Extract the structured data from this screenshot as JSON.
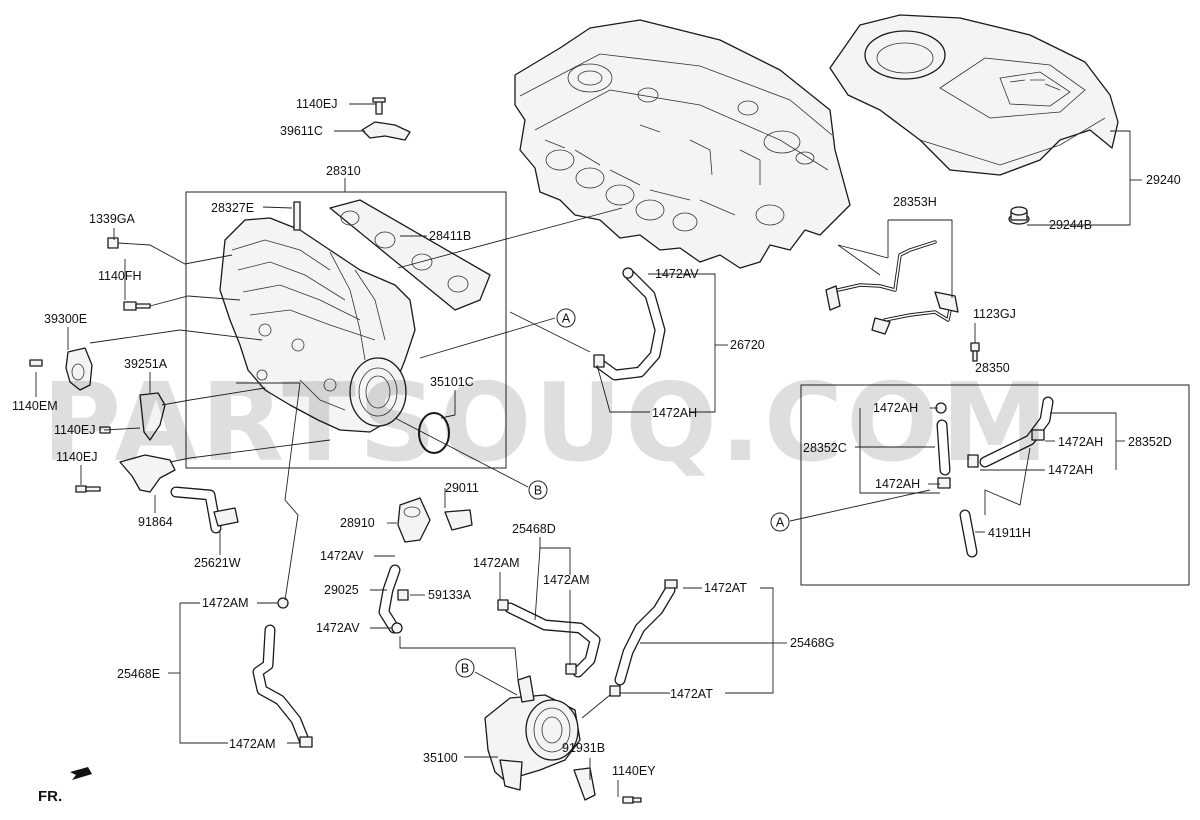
{
  "parts": {
    "p1140EJ_top": "1140EJ",
    "p39611C": "39611C",
    "p28310": "28310",
    "p28327E": "28327E",
    "p28411B": "28411B",
    "p1339GA": "1339GA",
    "p1140FH": "1140FH",
    "p39300E": "39300E",
    "p1140EM": "1140EM",
    "p39251A": "39251A",
    "p1140EJ_mid": "1140EJ",
    "p1140EJ_low": "1140EJ",
    "p91864": "91864",
    "p25621W": "25621W",
    "p35101C": "35101C",
    "p29011": "29011",
    "p28910": "28910",
    "p1472AV_a": "1472AV",
    "p29025": "29025",
    "p59133A": "59133A",
    "p1472AV_b": "1472AV",
    "p25468D": "25468D",
    "p1472AM_a": "1472AM",
    "p1472AM_b": "1472AM",
    "p1472AM_c": "1472AM",
    "p25468E": "25468E",
    "p1472AM_d": "1472AM",
    "p35100": "35100",
    "p91931B": "91931B",
    "p1140EY": "1140EY",
    "p1472AT_a": "1472AT",
    "p25468G": "25468G",
    "p1472AT_b": "1472AT",
    "p1472AV_c": "1472AV",
    "p26720": "26720",
    "p1472AH_a": "1472AH",
    "p28353H": "28353H",
    "p1123GJ": "1123GJ",
    "p28350": "28350",
    "p29240": "29240",
    "p29244B": "29244B",
    "p1472AH_b": "1472AH",
    "p28352C": "28352C",
    "p1472AH_c": "1472AH",
    "p28352D": "28352D",
    "p1472AH_d": "1472AH",
    "p1472AH_e": "1472AH",
    "p41911H": "41911H"
  },
  "callouts": {
    "a_main": "A",
    "a_box": "A",
    "b_main": "B",
    "b_throttle": "B"
  },
  "orientation": "FR.",
  "watermark": "PARTSOUQ.COM"
}
